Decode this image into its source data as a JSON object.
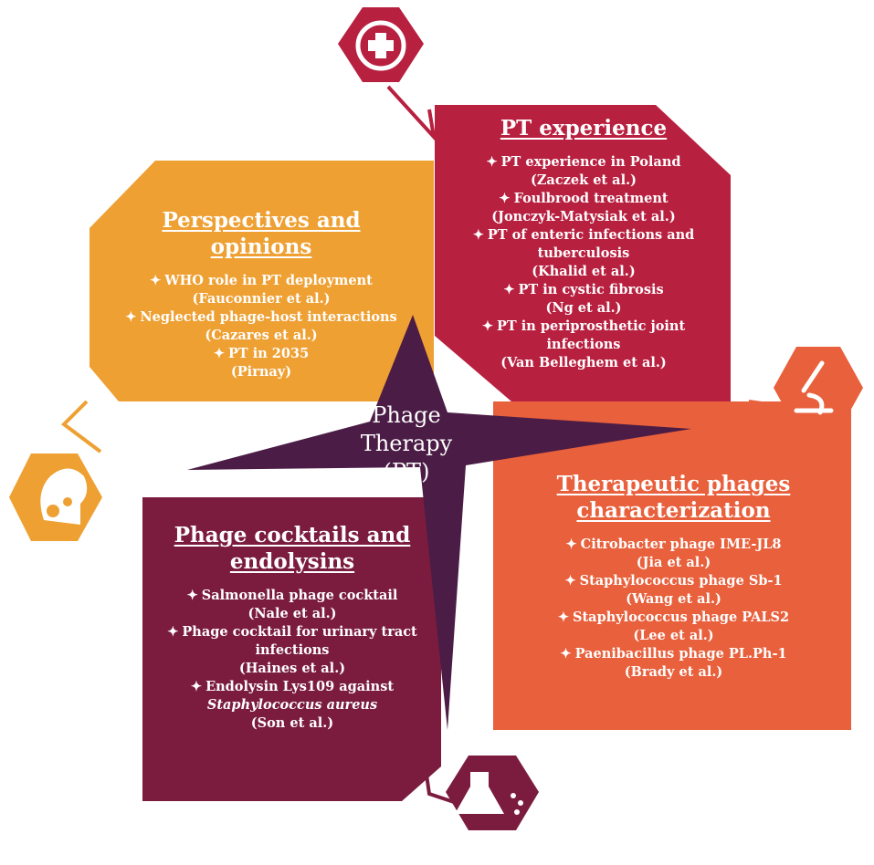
{
  "center": {
    "line1": "Phage",
    "line2": "Therapy",
    "line3": "(PT)"
  },
  "colors": {
    "orange": "#EEA033",
    "crimson": "#B82040",
    "coral": "#E8603C",
    "maroon": "#7B1C3E",
    "center": "#4B1C45"
  },
  "icons": [
    "medical-cross-icon",
    "microscope-icon",
    "flask-icon",
    "gears-head-icon"
  ],
  "sections": {
    "perspectives": {
      "title_1": "Perspectives and",
      "title_2": "opinions",
      "items": [
        {
          "text": "WHO role in PT deployment",
          "cite": "(Fauconnier et al.)"
        },
        {
          "text": "Neglected phage-host interactions",
          "cite": "(Cazares et al.)"
        },
        {
          "text": "PT in 2035",
          "cite": "(Pirnay)"
        }
      ]
    },
    "experience": {
      "title": "PT experience",
      "items": [
        {
          "text": "PT experience in Poland",
          "cite": "(Zaczek et al.)"
        },
        {
          "text": "Foulbrood treatment",
          "cite": "(Jonczyk-Matysiak et al.)"
        },
        {
          "text": "PT of enteric infections and",
          "text2": "tuberculosis",
          "cite": "(Khalid et al.)"
        },
        {
          "text": "PT in cystic fibrosis",
          "cite": "(Ng et al.)"
        },
        {
          "text": "PT in periprosthetic joint",
          "text2": "infections",
          "cite": "(Van Belleghem et al.)"
        }
      ]
    },
    "characterization": {
      "title_1": "Therapeutic phages",
      "title_2": "characterization",
      "items": [
        {
          "text": "Citrobacter phage IME-JL8",
          "cite": "(Jia et al.)"
        },
        {
          "text": "Staphylococcus phage Sb-1",
          "cite": "(Wang et al.)"
        },
        {
          "text": "Staphylococcus phage PALS2",
          "cite": "(Lee et al.)"
        },
        {
          "text": "Paenibacillus phage PL.Ph-1",
          "cite": "(Brady et al.)"
        }
      ]
    },
    "cocktails": {
      "title_1": "Phage cocktails and",
      "title_2": "endolysins",
      "items": [
        {
          "text": "Salmonella phage cocktail",
          "cite": "(Nale et al.)"
        },
        {
          "text": "Phage cocktail for urinary tract",
          "text2": "infections",
          "cite": "(Haines et al.)"
        },
        {
          "text": "Endolysin Lys109 against",
          "text2": "Staphylococcus aureus",
          "cite": "(Son et al.)"
        }
      ]
    }
  }
}
